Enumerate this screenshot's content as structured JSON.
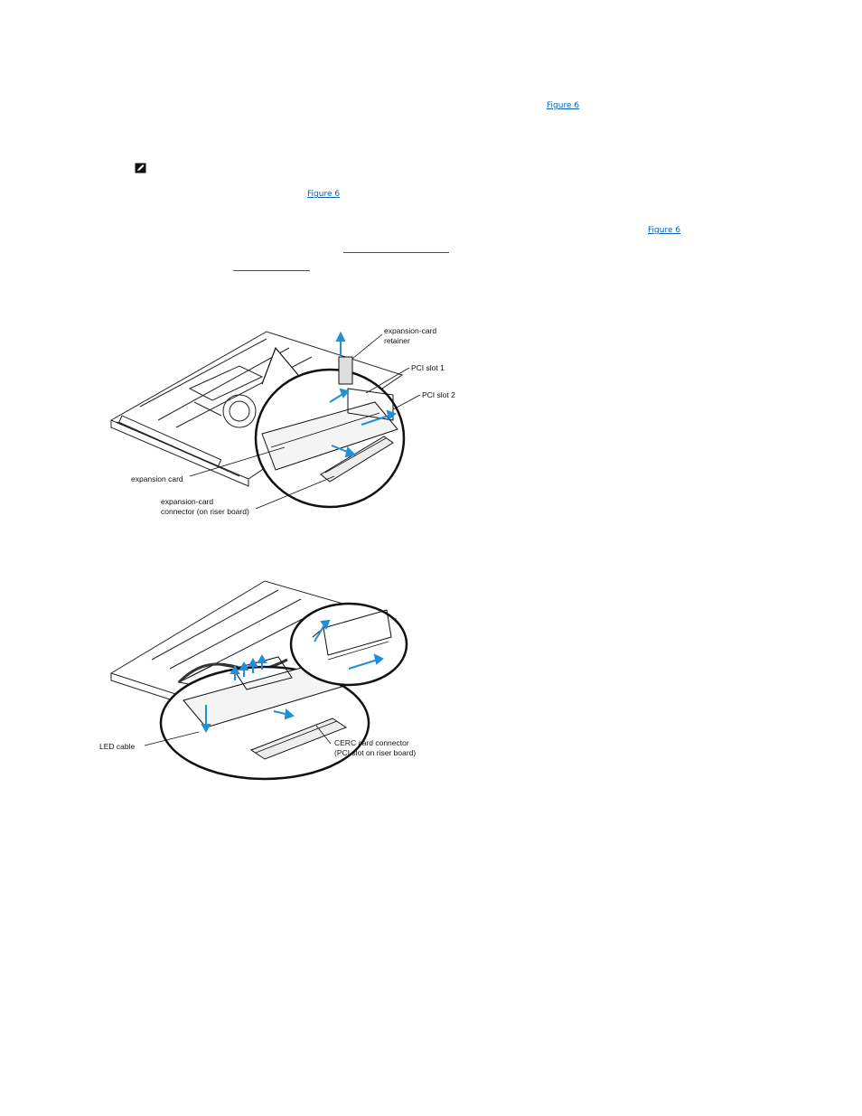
{
  "links": {
    "figure6_a": "Figure 6",
    "figure6_b": "Figure 6",
    "figure6_c": "Figure 6"
  },
  "icons": {
    "note": "note-pencil-icon"
  },
  "figure1": {
    "labels": {
      "retainer_line1": "expansion-card",
      "retainer_line2": "retainer",
      "pci1": "PCI slot 1",
      "pci2": "PCI slot 2",
      "card": "expansion card",
      "connector_line1": "expansion-card",
      "connector_line2": "connector (on riser board)"
    }
  },
  "figure2": {
    "labels": {
      "led": "LED cable",
      "cerc_line1": "CERC card connector",
      "cerc_line2": "(PCI slot on riser board)"
    }
  },
  "colors": {
    "link": "#0a5fb4",
    "arrow": "#1e8fd8"
  }
}
